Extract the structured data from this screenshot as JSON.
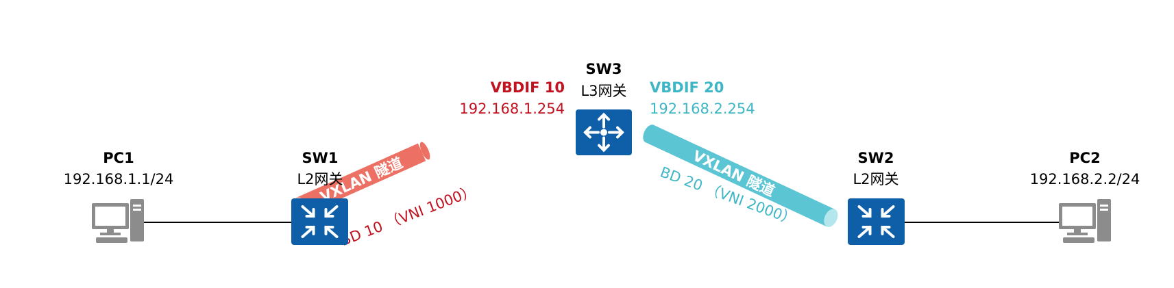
{
  "colors": {
    "device_blue": "#0f5fa8",
    "link_line": "#000000",
    "pc_gray": "#8c8c8c",
    "tunnel_red": "#ec7063",
    "tunnel_red_end": "#f5b7b1",
    "tunnel_cyan": "#5bc5d4",
    "tunnel_cyan_end": "#b3e6ed",
    "vbdif10_color": "#c0121f",
    "vbdif20_color": "#3fb6c6",
    "text": "#000000"
  },
  "nodes": {
    "pc1": {
      "name": "PC1",
      "ip": "192.168.1.1/24",
      "icon": "pc-icon"
    },
    "sw1": {
      "name": "SW1",
      "role": "L2网关",
      "icon": "l2-switch-icon"
    },
    "sw3": {
      "name": "SW3",
      "role": "L3网关",
      "icon": "l3-switch-icon"
    },
    "sw2": {
      "name": "SW2",
      "role": "L2网关",
      "icon": "l2-switch-icon"
    },
    "pc2": {
      "name": "PC2",
      "ip": "192.168.2.2/24",
      "icon": "pc-icon"
    }
  },
  "interfaces": {
    "vbdif10": {
      "name": "VBDIF 10",
      "ip": "192.168.1.254"
    },
    "vbdif20": {
      "name": "VBDIF 20",
      "ip": "192.168.2.254"
    }
  },
  "tunnels": {
    "left": {
      "label": "VXLAN 隧道",
      "bd": "BD 10 （VNI 1000）"
    },
    "right": {
      "label": "VXLAN 隧道",
      "bd": "BD 20 （VNI 2000）"
    }
  }
}
